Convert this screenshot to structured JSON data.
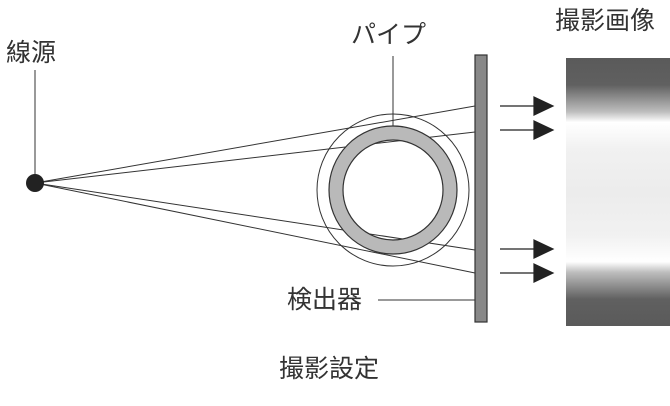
{
  "labels": {
    "source": "線源",
    "pipe": "パイプ",
    "image": "撮影画像",
    "detector": "検出器",
    "caption": "撮影設定"
  },
  "colors": {
    "stroke": "#333333",
    "pipe_wall": "#b9b9b9",
    "detector": "#888888",
    "image_dark": "#555555",
    "image_light": "#ffffff",
    "source_dot": "#222222"
  }
}
